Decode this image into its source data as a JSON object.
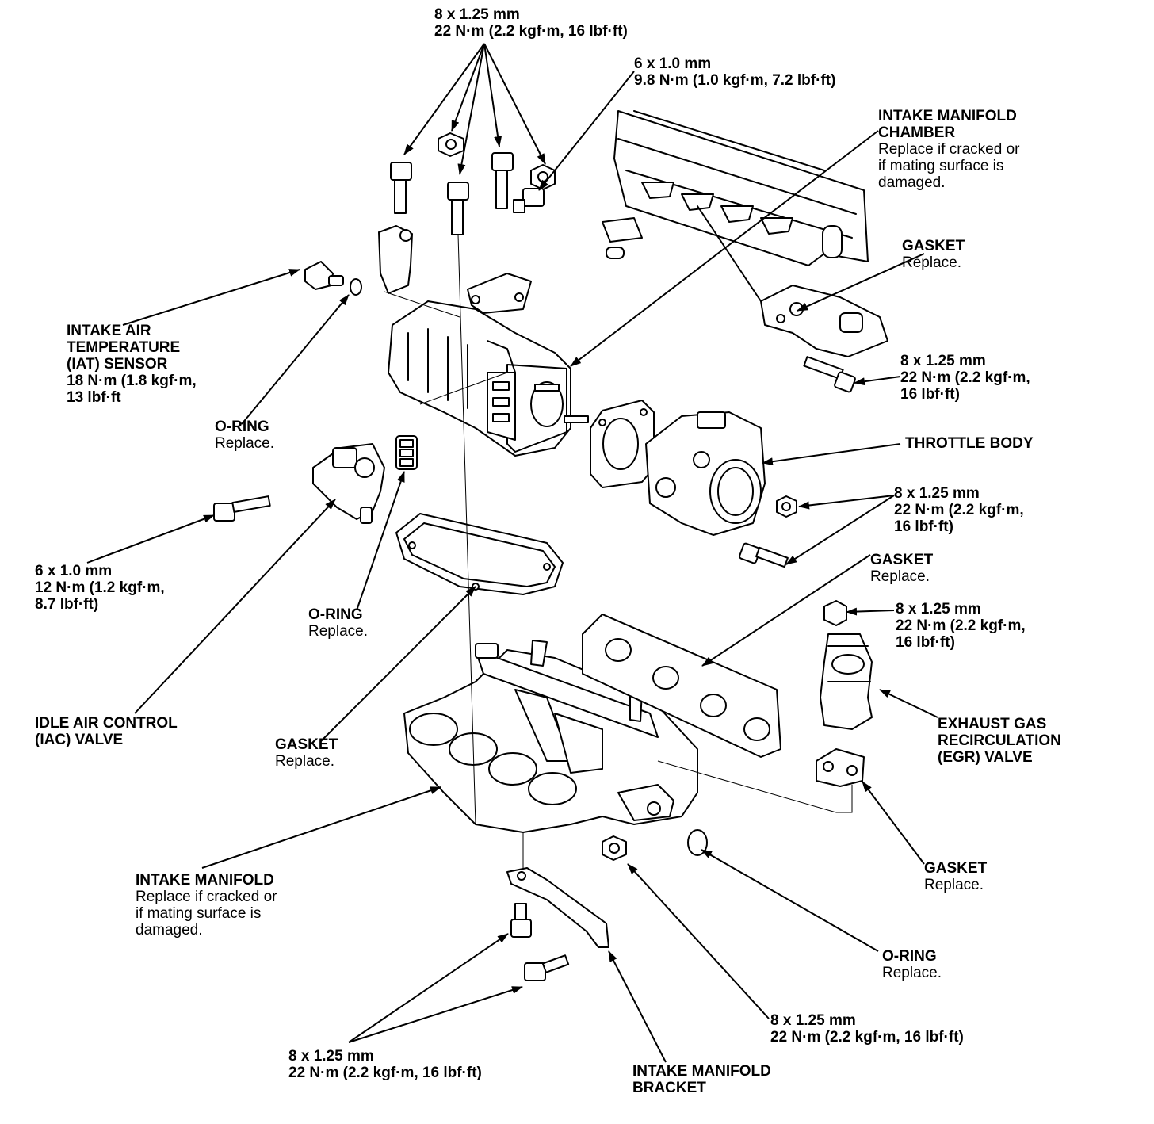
{
  "callouts": {
    "top_bolts": {
      "line1": "8 x 1.25 mm",
      "line2": "22 N·m (2.2 kgf·m, 16 lbf·ft)"
    },
    "bracket_bolt": {
      "line1": "6 x 1.0 mm",
      "line2": "9.8 N·m (1.0 kgf·m, 7.2 lbf·ft)"
    },
    "chamber": {
      "line1": "INTAKE MANIFOLD",
      "line2": "CHAMBER",
      "note1": "Replace if cracked or",
      "note2": "if mating surface is",
      "note3": "damaged."
    },
    "gasket_upper": {
      "title": "GASKET",
      "note": "Replace."
    },
    "chamber_bolt": {
      "line1": "8 x 1.25 mm",
      "line2": "22 N·m (2.2 kgf·m,",
      "line3": "16 lbf·ft)"
    },
    "iat_sensor": {
      "line1": "INTAKE AIR",
      "line2": "TEMPERATURE",
      "line3": "(IAT) SENSOR",
      "line4": "18 N·m (1.8 kgf·m,",
      "line5": "13 lbf·ft"
    },
    "oring_iat": {
      "title": "O-RING",
      "note": "Replace."
    },
    "throttle_body": {
      "title": "THROTTLE BODY"
    },
    "throttle_bolts": {
      "line1": "8 x 1.25 mm",
      "line2": "22 N·m (2.2 kgf·m,",
      "line3": "16 lbf·ft)"
    },
    "iac_bolt": {
      "line1": "6 x 1.0 mm",
      "line2": "12 N·m (1.2 kgf·m,",
      "line3": "8.7 lbf·ft)"
    },
    "gasket_exhaust": {
      "title": "GASKET",
      "note": "Replace."
    },
    "egr_nut": {
      "line1": "8 x 1.25 mm",
      "line2": "22 N·m (2.2 kgf·m,",
      "line3": "16 lbf·ft)"
    },
    "oring_iac": {
      "title": "O-RING",
      "note": "Replace."
    },
    "iac_valve": {
      "line1": "IDLE AIR CONTROL",
      "line2": "(IAC) VALVE"
    },
    "gasket_mid": {
      "title": "GASKET",
      "note": "Replace."
    },
    "egr_valve": {
      "line1": "EXHAUST GAS",
      "line2": "RECIRCULATION",
      "line3": "(EGR) VALVE"
    },
    "gasket_egr": {
      "title": "GASKET",
      "note": "Replace."
    },
    "intake_manifold": {
      "title": "INTAKE MANIFOLD",
      "note1": "Replace if cracked or",
      "note2": "if mating surface is",
      "note3": "damaged."
    },
    "oring_bottom": {
      "title": "O-RING",
      "note": "Replace."
    },
    "nut_bottom": {
      "line1": "8 x 1.25 mm",
      "line2": "22 N·m (2.2 kgf·m, 16 lbf·ft)"
    },
    "bracket_bolts": {
      "line1": "8 x 1.25 mm",
      "line2": "22 N·m (2.2 kgf·m, 16 lbf·ft)"
    },
    "bracket": {
      "line1": "INTAKE MANIFOLD",
      "line2": "BRACKET"
    }
  }
}
